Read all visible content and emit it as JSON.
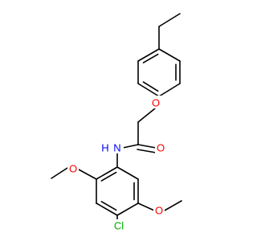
{
  "molecule": {
    "atoms": {
      "O_ether": {
        "text": "O",
        "color": "#ff0000"
      },
      "O_carbonyl": {
        "text": "O",
        "color": "#ff0000"
      },
      "N_amide": {
        "text": "N",
        "color": "#0000ff"
      },
      "H_amide": {
        "text": "H",
        "color": "#0000ff"
      },
      "O_methoxy1": {
        "text": "O",
        "color": "#ff0000"
      },
      "O_methoxy2": {
        "text": "O",
        "color": "#ff0000"
      },
      "Cl": {
        "text": "Cl",
        "color": "#00aa00"
      }
    },
    "bond_color": "#000000"
  }
}
